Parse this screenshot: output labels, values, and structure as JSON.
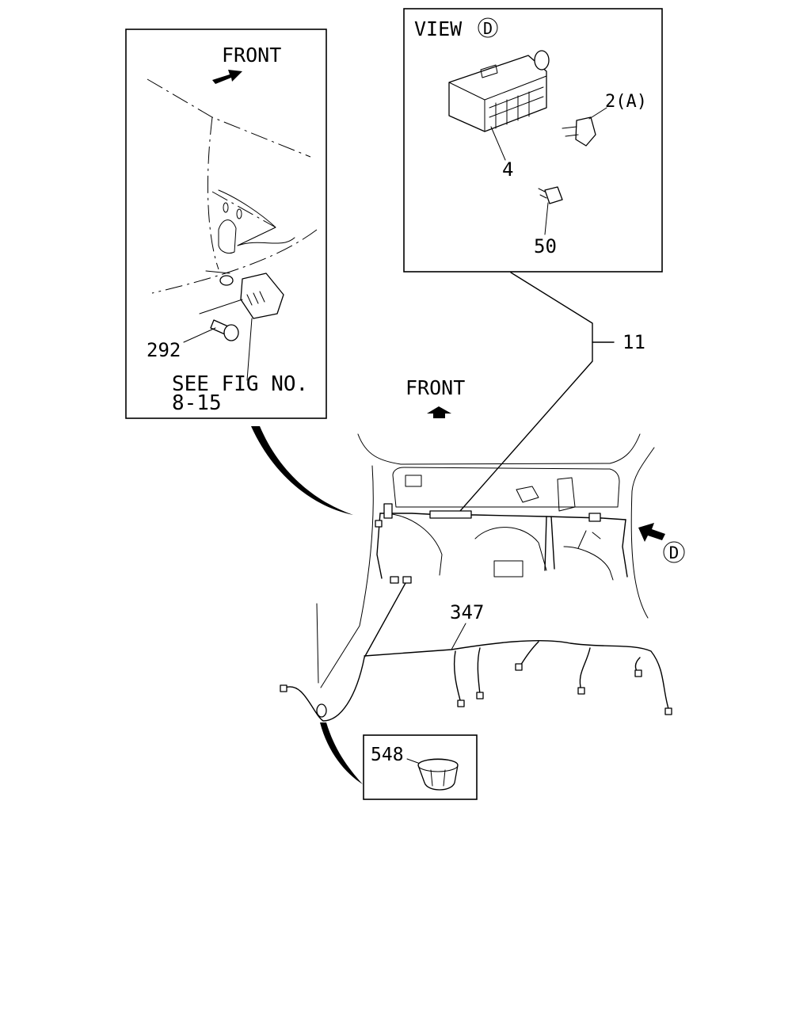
{
  "figure": {
    "left_panel": {
      "front_label": "FRONT",
      "part_292": "292",
      "see_fig_line1": "SEE FIG NO.",
      "see_fig_line2": "8-15"
    },
    "view_panel": {
      "title": "VIEW",
      "view_letter": "D",
      "part_4": "4",
      "part_2a": "2(A)",
      "part_50": "50"
    },
    "main": {
      "part_11": "11",
      "front_label": "FRONT",
      "part_347": "347",
      "view_marker_letter": "D"
    },
    "detail_panel": {
      "part_548": "548"
    }
  }
}
